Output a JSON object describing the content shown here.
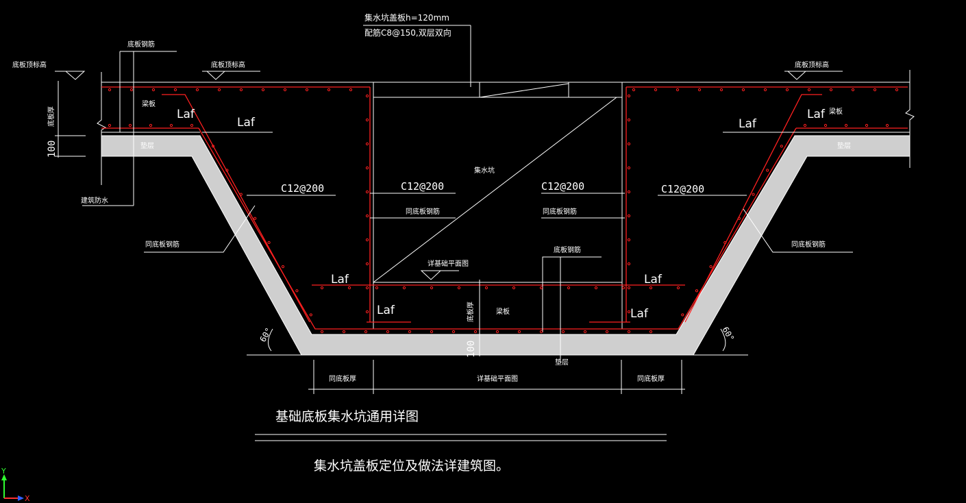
{
  "drawing": {
    "title": "基础底板集水坑通用详图",
    "note": "集水坑盖板定位及做法详建筑图。"
  },
  "labels": {
    "top_cover_1": "集水坑盖板h=120mm",
    "top_cover_2": "配筋C8@150,双层双向",
    "bottom_elev_left": "底板顶标高",
    "bottom_elev_mid": "底板顶标高",
    "bottom_elev_right": "底板顶标高",
    "bottom_rebar_top": "底板钢筋",
    "thickness": "底板厚",
    "dim_100_left": "100",
    "dim_100_center": "100",
    "waterproof": "建筑防水",
    "same_rebar_left": "同底板钢筋",
    "same_rebar_right": "同底板钢筋",
    "same_rebar_inner_left": "同底板钢筋",
    "same_rebar_inner_right": "同底板钢筋",
    "pit_label": "集水坑",
    "bottom_rebar_inner": "底板钢筋",
    "see_plan": "详基础平面图",
    "thickness_inner": "底板厚",
    "beam_label_left": "梁板",
    "beam_label_inner": "梁板",
    "beam_label_right": "梁板",
    "cushion_left": "垫层",
    "cushion_right": "垫层",
    "cushion_bottom": "垫层",
    "laf": "Laf",
    "c12": "C12@200",
    "angle": "60°",
    "dim_left": "同底板厚",
    "dim_mid": "详基础平面图",
    "dim_right": "同底板厚",
    "axis_y": "Y",
    "axis_x": "X"
  },
  "colors": {
    "background": "#000000",
    "line": "#ffffff",
    "rebar": "#ff2020",
    "axis_x": "#ff3030",
    "axis_y": "#30ff30",
    "axis_arrow": "#3060ff"
  }
}
